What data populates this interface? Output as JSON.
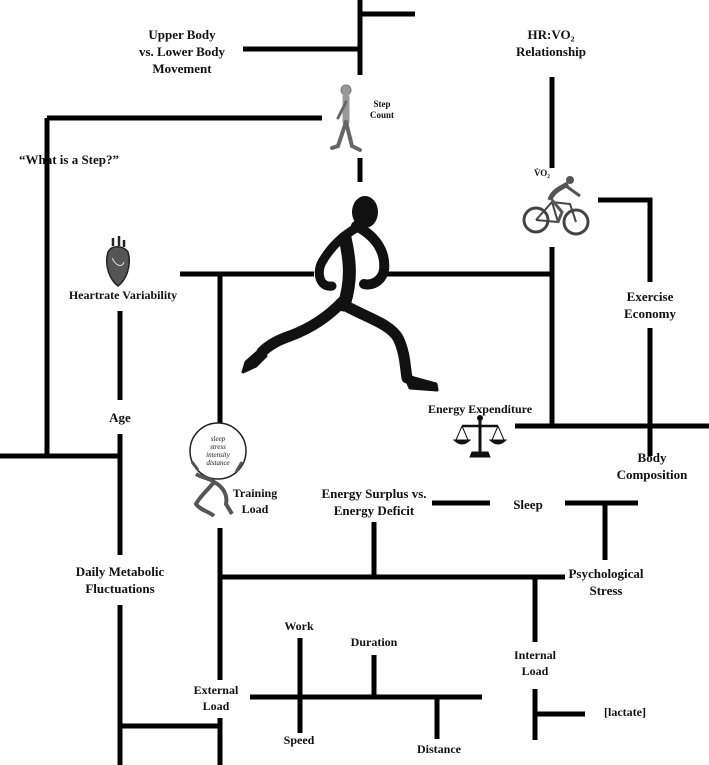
{
  "diagram": {
    "labels": {
      "upper_lower": "Upper Body\nvs. Lower Body\nMovement",
      "hr_vo2": "HR:VO₂\nRelationship",
      "step_count": "Step\nCount",
      "what_is_step": "“What is a Step?”",
      "vo2": "V̇O₂",
      "heartrate_variability": "Heartrate Variability",
      "exercise_economy": "Exercise\nEconomy",
      "age": "Age",
      "energy_expenditure": "Energy Expenditure",
      "body_composition": "Body\nComposition",
      "training_load": "Training\nLoad",
      "energy_surplus": "Energy Surplus vs.\nEnergy Deficit",
      "sleep": "Sleep",
      "daily_metabolic": "Daily Metabolic\nFluctuations",
      "psychological_stress": "Psychological\nStress",
      "work": "Work",
      "duration": "Duration",
      "internal_load": "Internal\nLoad",
      "external_load": "External\nLoad",
      "lactate": "[lactate]",
      "speed": "Speed",
      "distance": "Distance"
    },
    "training_ball_text": "sleep\nstress\nintensity\ndistance"
  }
}
